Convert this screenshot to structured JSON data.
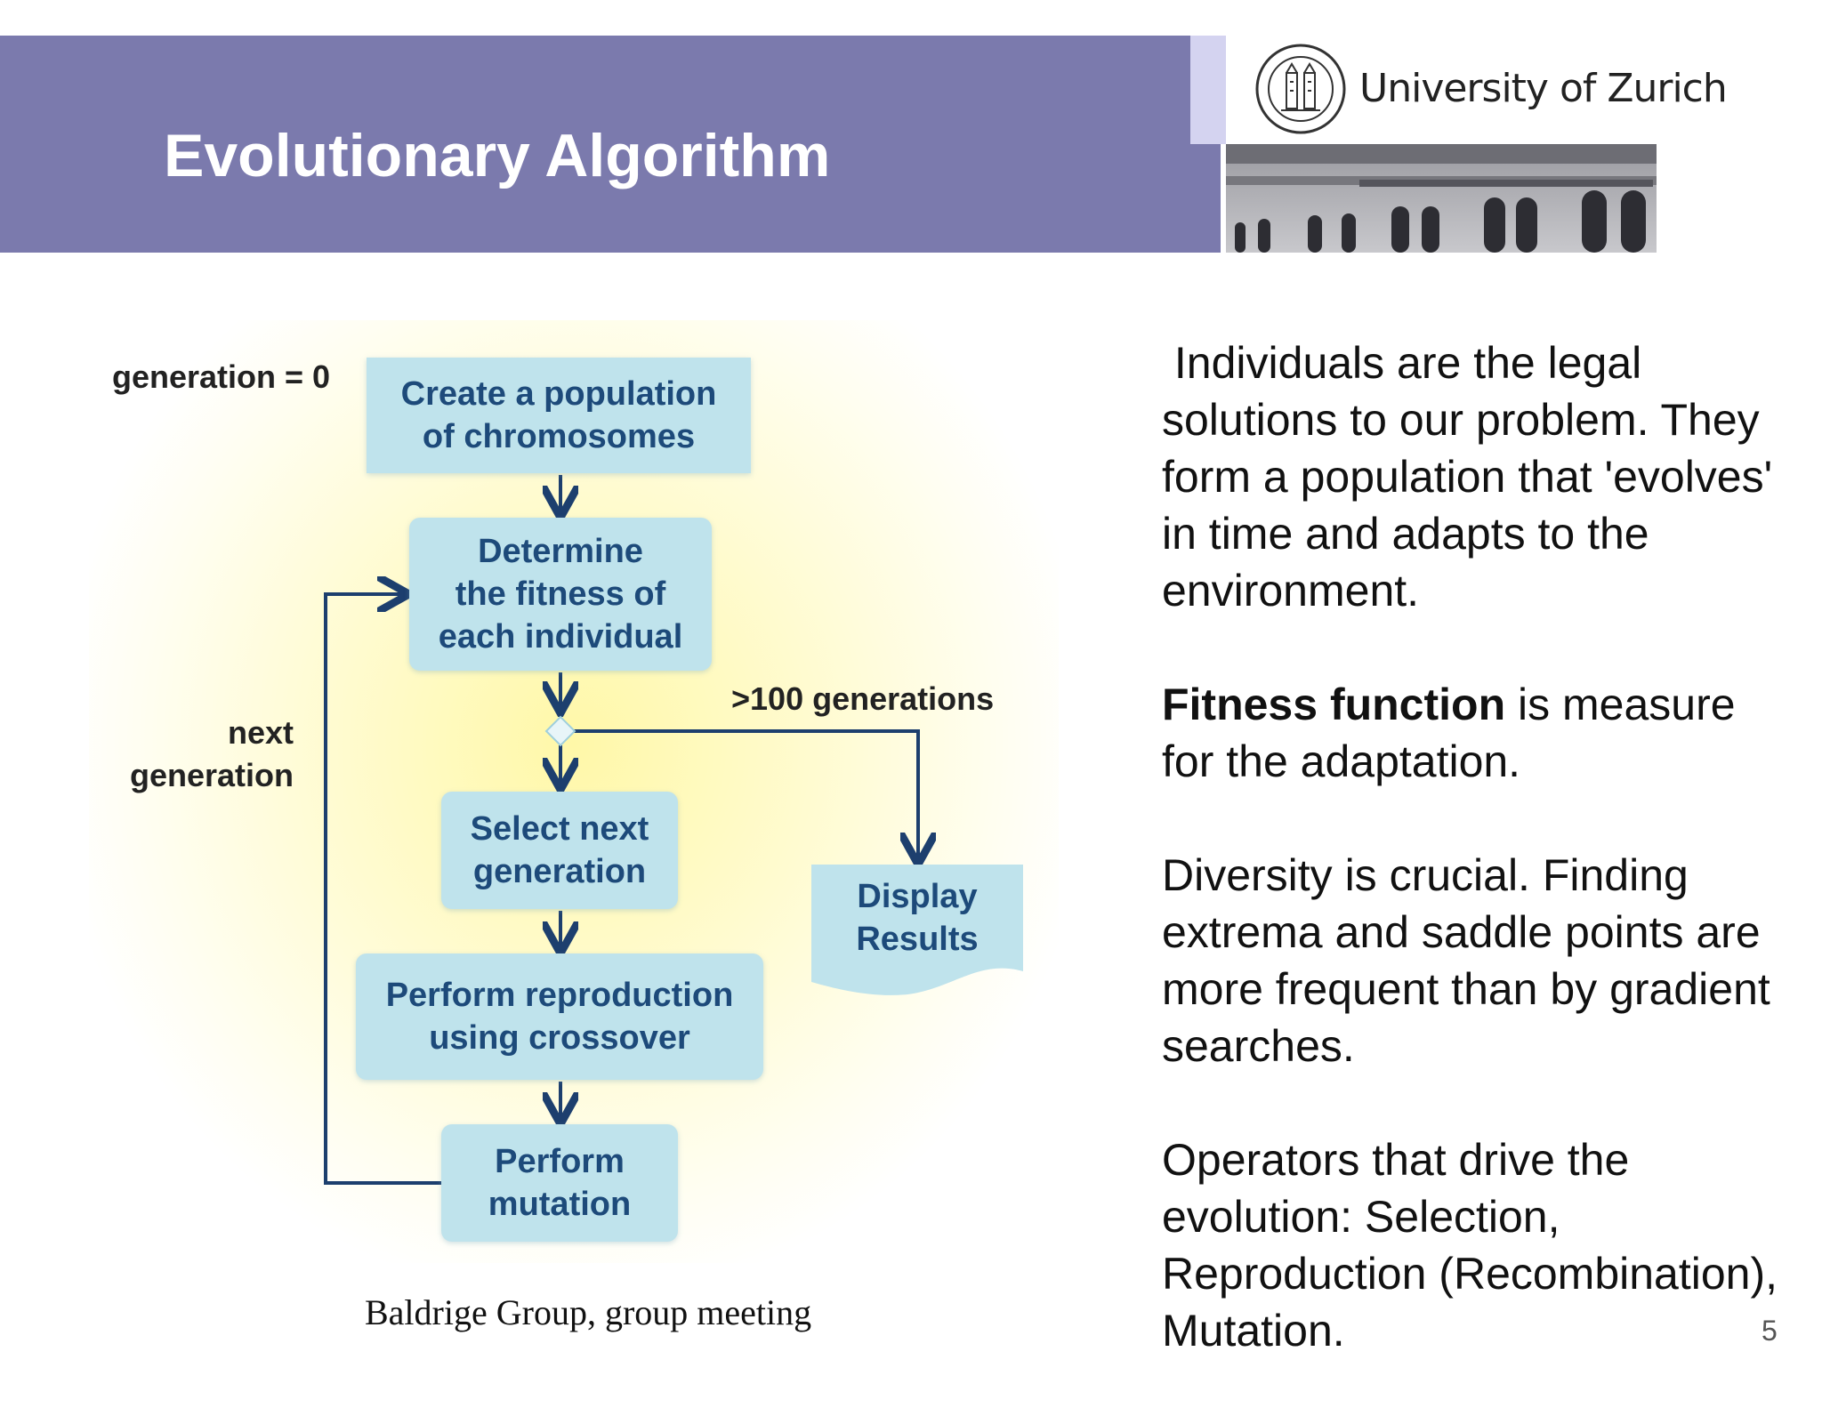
{
  "header": {
    "title": "Evolutionary Algorithm",
    "university": "University of Zurich",
    "accent_color": "#7b7aad"
  },
  "diagram": {
    "boxes": {
      "create": "Create a population\nof chromosomes",
      "fitness": "Determine\nthe fitness of\neach individual",
      "select": "Select next\ngeneration",
      "reproduce": "Perform reproduction\nusing crossover",
      "mutate": "Perform\nmutation",
      "display": "Display\nResults"
    },
    "labels": {
      "generation_zero": "generation = 0",
      "next_generation": "next\ngeneration",
      "hundred_generations": ">100 generations"
    },
    "caption": "Baldrige Group, group meeting"
  },
  "body": {
    "p1": " Individuals are the legal solutions to our problem. They form a population that 'evolves' in time and adapts to the environment.",
    "p2_bold": "Fitness function",
    "p2_rest": " is measure for the adaptation.",
    "p3": "Diversity is crucial. Finding extrema and saddle points are more frequent than by gradient searches.",
    "p4": "Operators that drive the evolution: Selection, Reproduction (Recombination), Mutation."
  },
  "page_number": "5"
}
